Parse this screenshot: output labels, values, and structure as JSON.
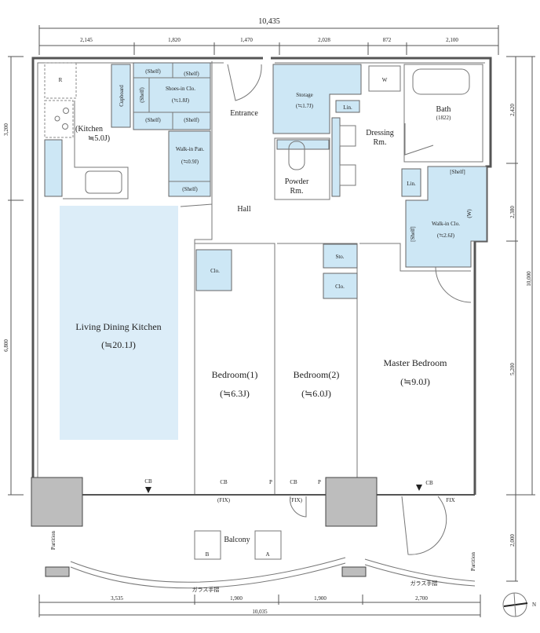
{
  "dimensions": {
    "top_total": "10,435",
    "top": [
      "2,145",
      "1,820",
      "1,470",
      "2,028",
      "872",
      "2,100"
    ],
    "left": [
      "3,200",
      "6,800"
    ],
    "right": [
      "2,420",
      "2,380",
      "5,200",
      "2,000"
    ],
    "right_total": "10,000",
    "bottom": [
      "3,535",
      "1,900",
      "1,900",
      "2,700"
    ],
    "bottom_total": "10,035"
  },
  "rooms": {
    "ldk": "Living Dining Kitchen",
    "ldk_area": "(≒20.1J)",
    "kitchen": "(Kitchen",
    "kitchen_area": "≒5.0J)",
    "fridge": "R",
    "cupboard": "Cupboard",
    "shoes": "Shoes-in Clo.",
    "shoes_area": "(≒1.8J)",
    "shelf": "(Shelf)",
    "pantry": "Walk-in Pan.",
    "pantry_area": "(≒0.9J)",
    "entrance": "Entrance",
    "hall": "Hall",
    "storage": "Storage",
    "storage_area": "(≒1.7J)",
    "powder": "Powder",
    "powder2": "Rm.",
    "dressing": "Dressing",
    "dressing2": "Rm.",
    "washer": "W",
    "linen": "Lin.",
    "bath": "Bath",
    "bath_size": "(1822)",
    "wic": "Walk-in Clo.",
    "wic_area": "(≒2.6J)",
    "wic_shelf": "[Shelf]",
    "wic_w": "(W)",
    "closet": "Clo.",
    "sto": "Sto.",
    "bed1": "Bedroom(1)",
    "bed1_area": "(≒6.3J)",
    "bed2": "Bedroom(2)",
    "bed2_area": "(≒6.0J)",
    "master": "Master Bedroom",
    "master_area": "(≒9.0J)",
    "balcony": "Balcony",
    "unit_a": "A",
    "unit_b": "B"
  },
  "labels": {
    "cb": "CB",
    "fix": "(FIX)",
    "fix_plain": "FIX",
    "p": "P",
    "partition": "Partition",
    "glass_rail": "ガラス手摺",
    "north": "N"
  }
}
